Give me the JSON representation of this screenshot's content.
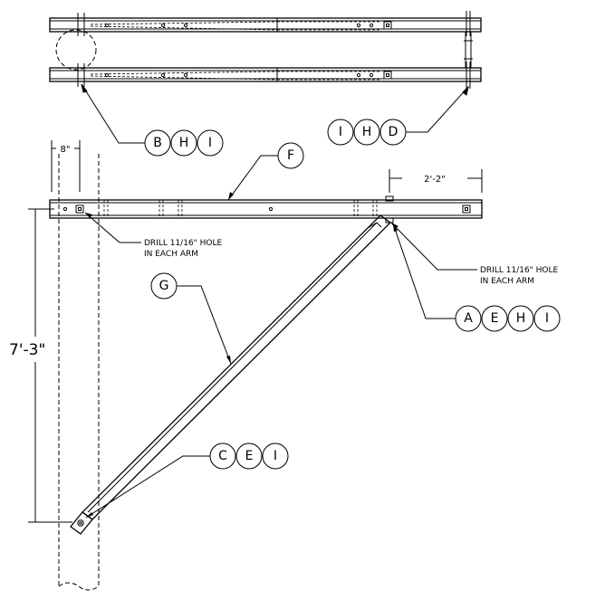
{
  "diagram": {
    "callouts": {
      "top_left": [
        "B",
        "H",
        "I"
      ],
      "top_right": [
        "I",
        "H",
        "D"
      ],
      "arm": [
        "F"
      ],
      "brace": [
        "G"
      ],
      "right_joint": [
        "A",
        "E",
        "H",
        "I"
      ],
      "bottom_joint": [
        "C",
        "E",
        "I"
      ]
    },
    "notes": {
      "left_drill": [
        "DRILL 11/16\" HOLE",
        "IN EACH ARM"
      ],
      "right_drill": [
        "DRILL 11/16\" HOLE",
        "IN EACH ARM"
      ]
    },
    "dimensions": {
      "pole_width": "8\"",
      "arm_offset": "2'-2\"",
      "vertical": "7'-3\""
    }
  }
}
